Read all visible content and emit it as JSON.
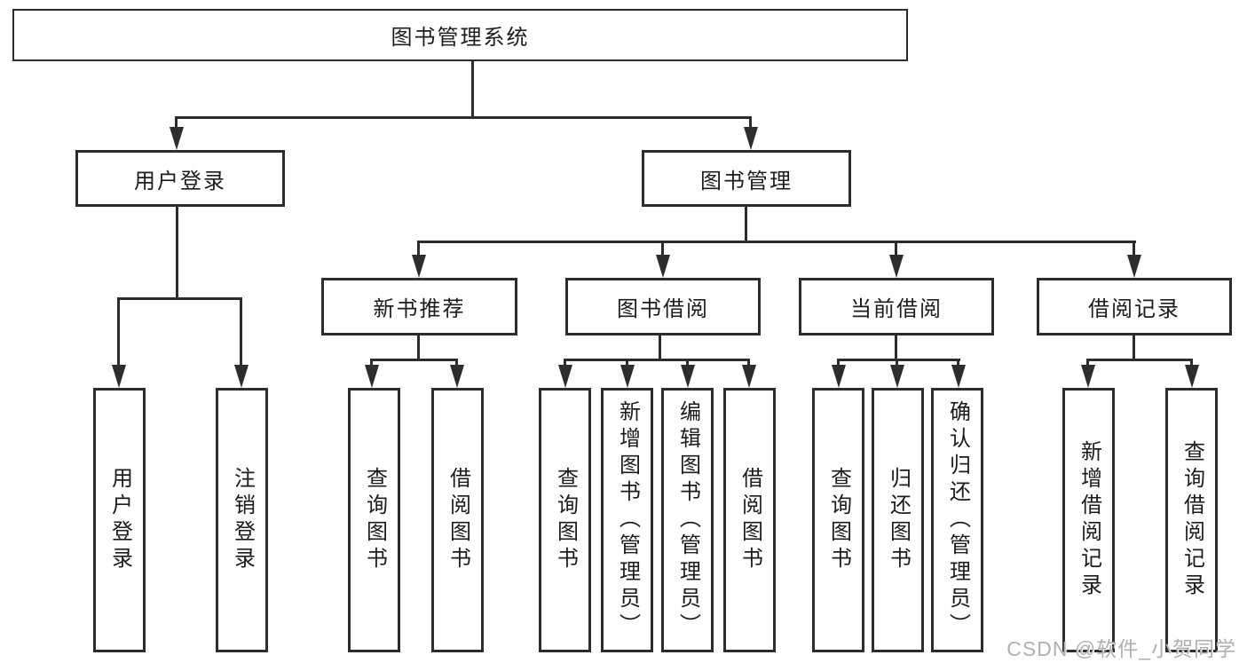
{
  "diagram": {
    "root": {
      "label": "图书管理系统"
    },
    "level2": {
      "user_login": {
        "label": "用户登录"
      },
      "book_management": {
        "label": "图书管理"
      }
    },
    "level3": {
      "new_book_recommend": {
        "label": "新书推荐"
      },
      "book_borrow": {
        "label": "图书借阅"
      },
      "current_borrow": {
        "label": "当前借阅"
      },
      "borrow_records": {
        "label": "借阅记录"
      }
    },
    "leaves": {
      "user_login_action": "用户登录",
      "logout": "注销登录",
      "nb_query_books": "查询图书",
      "nb_borrow_books": "借阅图书",
      "bb_query_books": "查询图书",
      "bb_add_books": "新增图书（管理员）",
      "bb_edit_books": "编辑图书（管理员）",
      "bb_borrow_books": "借阅图书",
      "cb_query_books": "查询图书",
      "cb_return_books": "归还图书",
      "cb_confirm_return": "确认归还（管理员）",
      "br_add_record": "新增借阅记录",
      "br_query_record": "查询借阅记录"
    },
    "colors": {
      "line": "#2d2d2d",
      "text": "#1c1c1c",
      "watermark": "#b0b0b0",
      "background": "#ffffff"
    },
    "watermark": "CSDN @软件_小贺同学"
  }
}
